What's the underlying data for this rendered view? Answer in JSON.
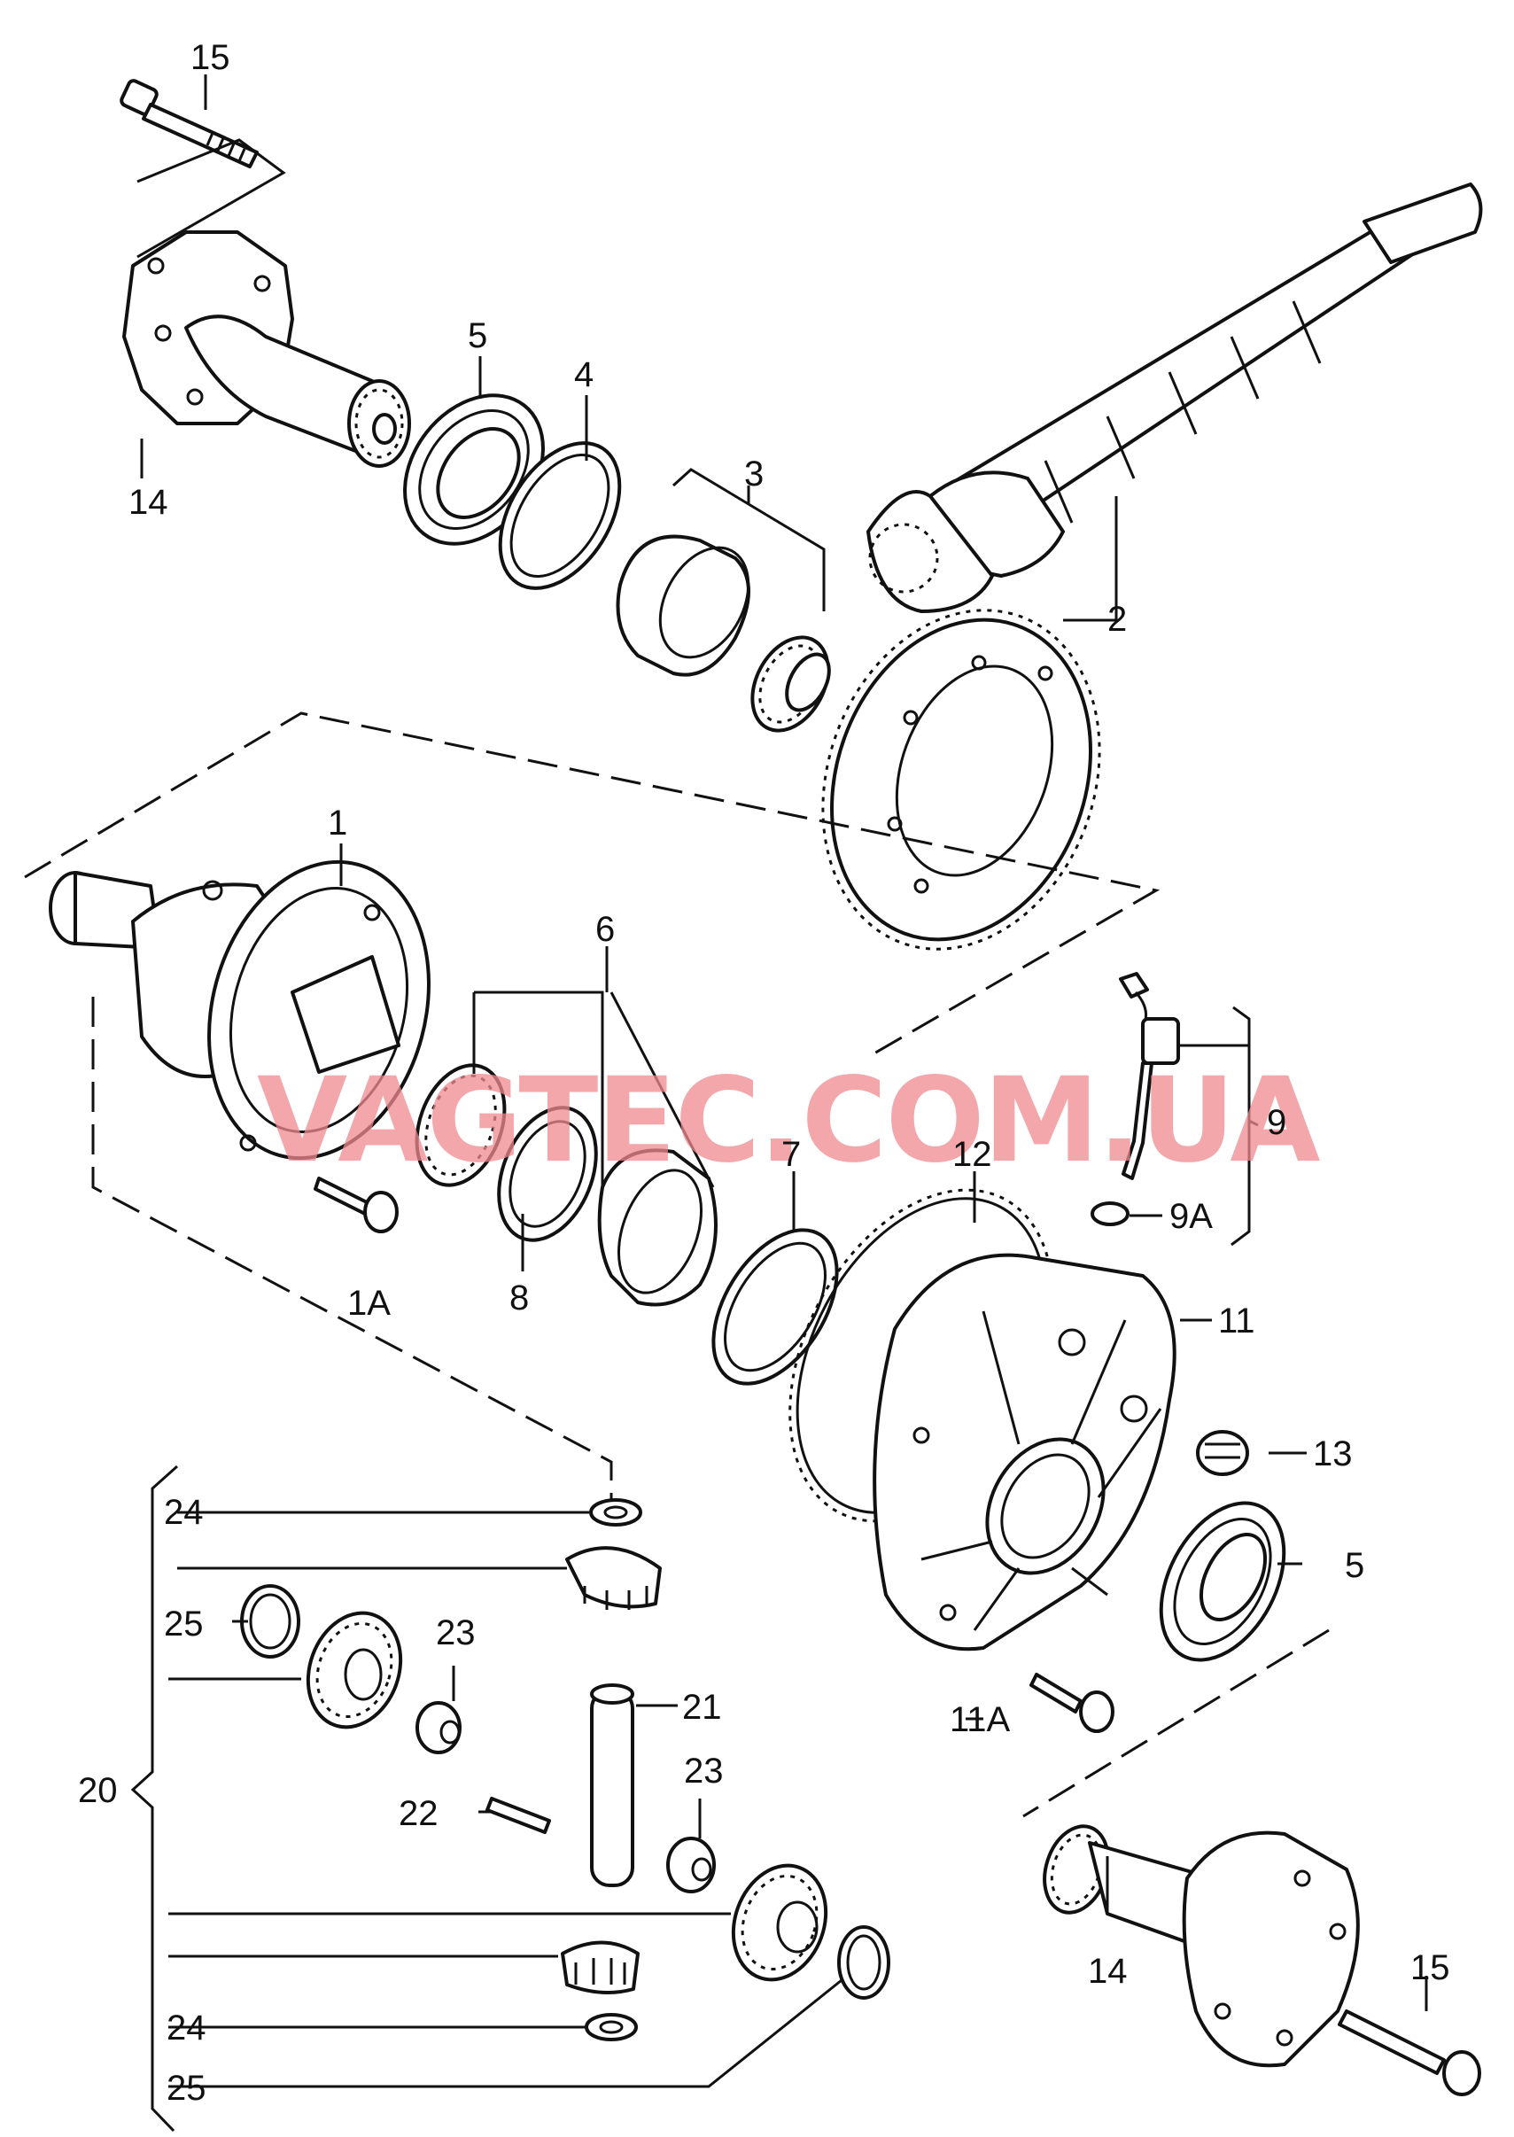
{
  "watermark": "VAGTEC.COM.UA",
  "callouts": {
    "c1": "1",
    "c1A": "1A",
    "c2": "2",
    "c3": "3",
    "c4": "4",
    "c5_top": "5",
    "c5_right": "5",
    "c6": "6",
    "c7": "7",
    "c8": "8",
    "c9": "9",
    "c9A": "9A",
    "c11": "11",
    "c11A": "11A",
    "c12": "12",
    "c13": "13",
    "c14_top": "14",
    "c14_bottom": "14",
    "c15_top": "15",
    "c15_bottom": "15",
    "c20": "20",
    "c21": "21",
    "c22": "22",
    "c23_a": "23",
    "c23_b": "23",
    "c24_a": "24",
    "c24_b": "24",
    "c25_a": "25",
    "c25_b": "25"
  },
  "colors": {
    "line": "#111111",
    "watermark": "#f08a8f",
    "background": "#ffffff"
  }
}
